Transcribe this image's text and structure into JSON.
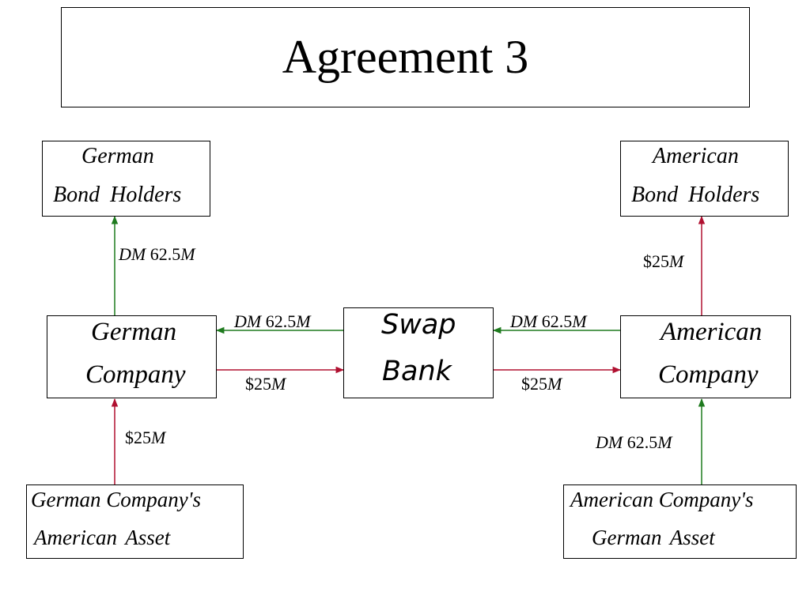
{
  "title": "Agreement 3",
  "colors": {
    "green": "#1e7a1e",
    "red": "#b01030"
  },
  "nodes": {
    "german_bond_holders": [
      "German",
      "Bond Holders"
    ],
    "american_bond_holders": [
      "American",
      "Bond Holders"
    ],
    "german_company": [
      "German",
      "Company"
    ],
    "swap_bank": [
      "Swap",
      "Bank"
    ],
    "american_company": [
      "American",
      "Company"
    ],
    "german_asset": [
      "German Company's",
      "American Asset"
    ],
    "american_asset": [
      "American Company's",
      "German Asset"
    ]
  },
  "flows": {
    "german_company_to_bond_holders": {
      "prefix": "DM ",
      "amount": "62.5",
      "unit": "M"
    },
    "american_company_to_bond_holders": {
      "prefix": "$",
      "amount": "25",
      "unit": "M"
    },
    "bank_to_german_company": {
      "prefix": "DM ",
      "amount": "62.5",
      "unit": "M"
    },
    "german_company_to_bank": {
      "prefix": "$",
      "amount": "25",
      "unit": "M"
    },
    "american_company_to_bank": {
      "prefix": "DM ",
      "amount": "62.5",
      "unit": "M"
    },
    "bank_to_american_company": {
      "prefix": "$",
      "amount": "25",
      "unit": "M"
    },
    "asset_to_german_company": {
      "prefix": "$",
      "amount": "25",
      "unit": "M"
    },
    "asset_to_american_company": {
      "prefix": "DM ",
      "amount": "62.5",
      "unit": "M"
    }
  }
}
